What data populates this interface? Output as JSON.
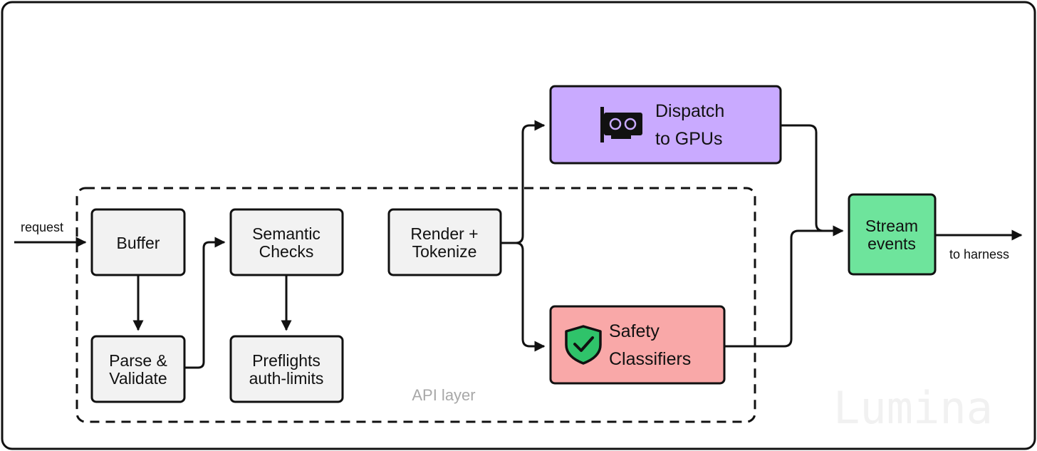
{
  "diagram": {
    "frame_title": "",
    "group": {
      "label": "API layer"
    },
    "input": {
      "label": "request"
    },
    "output": {
      "label": "to harness"
    },
    "nodes": {
      "buffer": {
        "line1": "Buffer"
      },
      "parse": {
        "line1": "Parse &",
        "line2": "Validate"
      },
      "semantic": {
        "line1": "Semantic",
        "line2": "Checks"
      },
      "preflights": {
        "line1": "Preflights",
        "line2": "auth-limits"
      },
      "render": {
        "line1": "Render +",
        "line2": "Tokenize"
      },
      "dispatch": {
        "line1": "Dispatch",
        "line2": "to GPUs",
        "icon": "gpu-card-icon",
        "color": "#c9aaff"
      },
      "safety": {
        "line1": "Safety",
        "line2": "Classifiers",
        "icon": "shield-check-icon",
        "color": "#f9a8a8"
      },
      "stream": {
        "line1": "Stream",
        "line2": "events",
        "color": "#6ee49c"
      }
    },
    "watermark": "Lumina"
  }
}
